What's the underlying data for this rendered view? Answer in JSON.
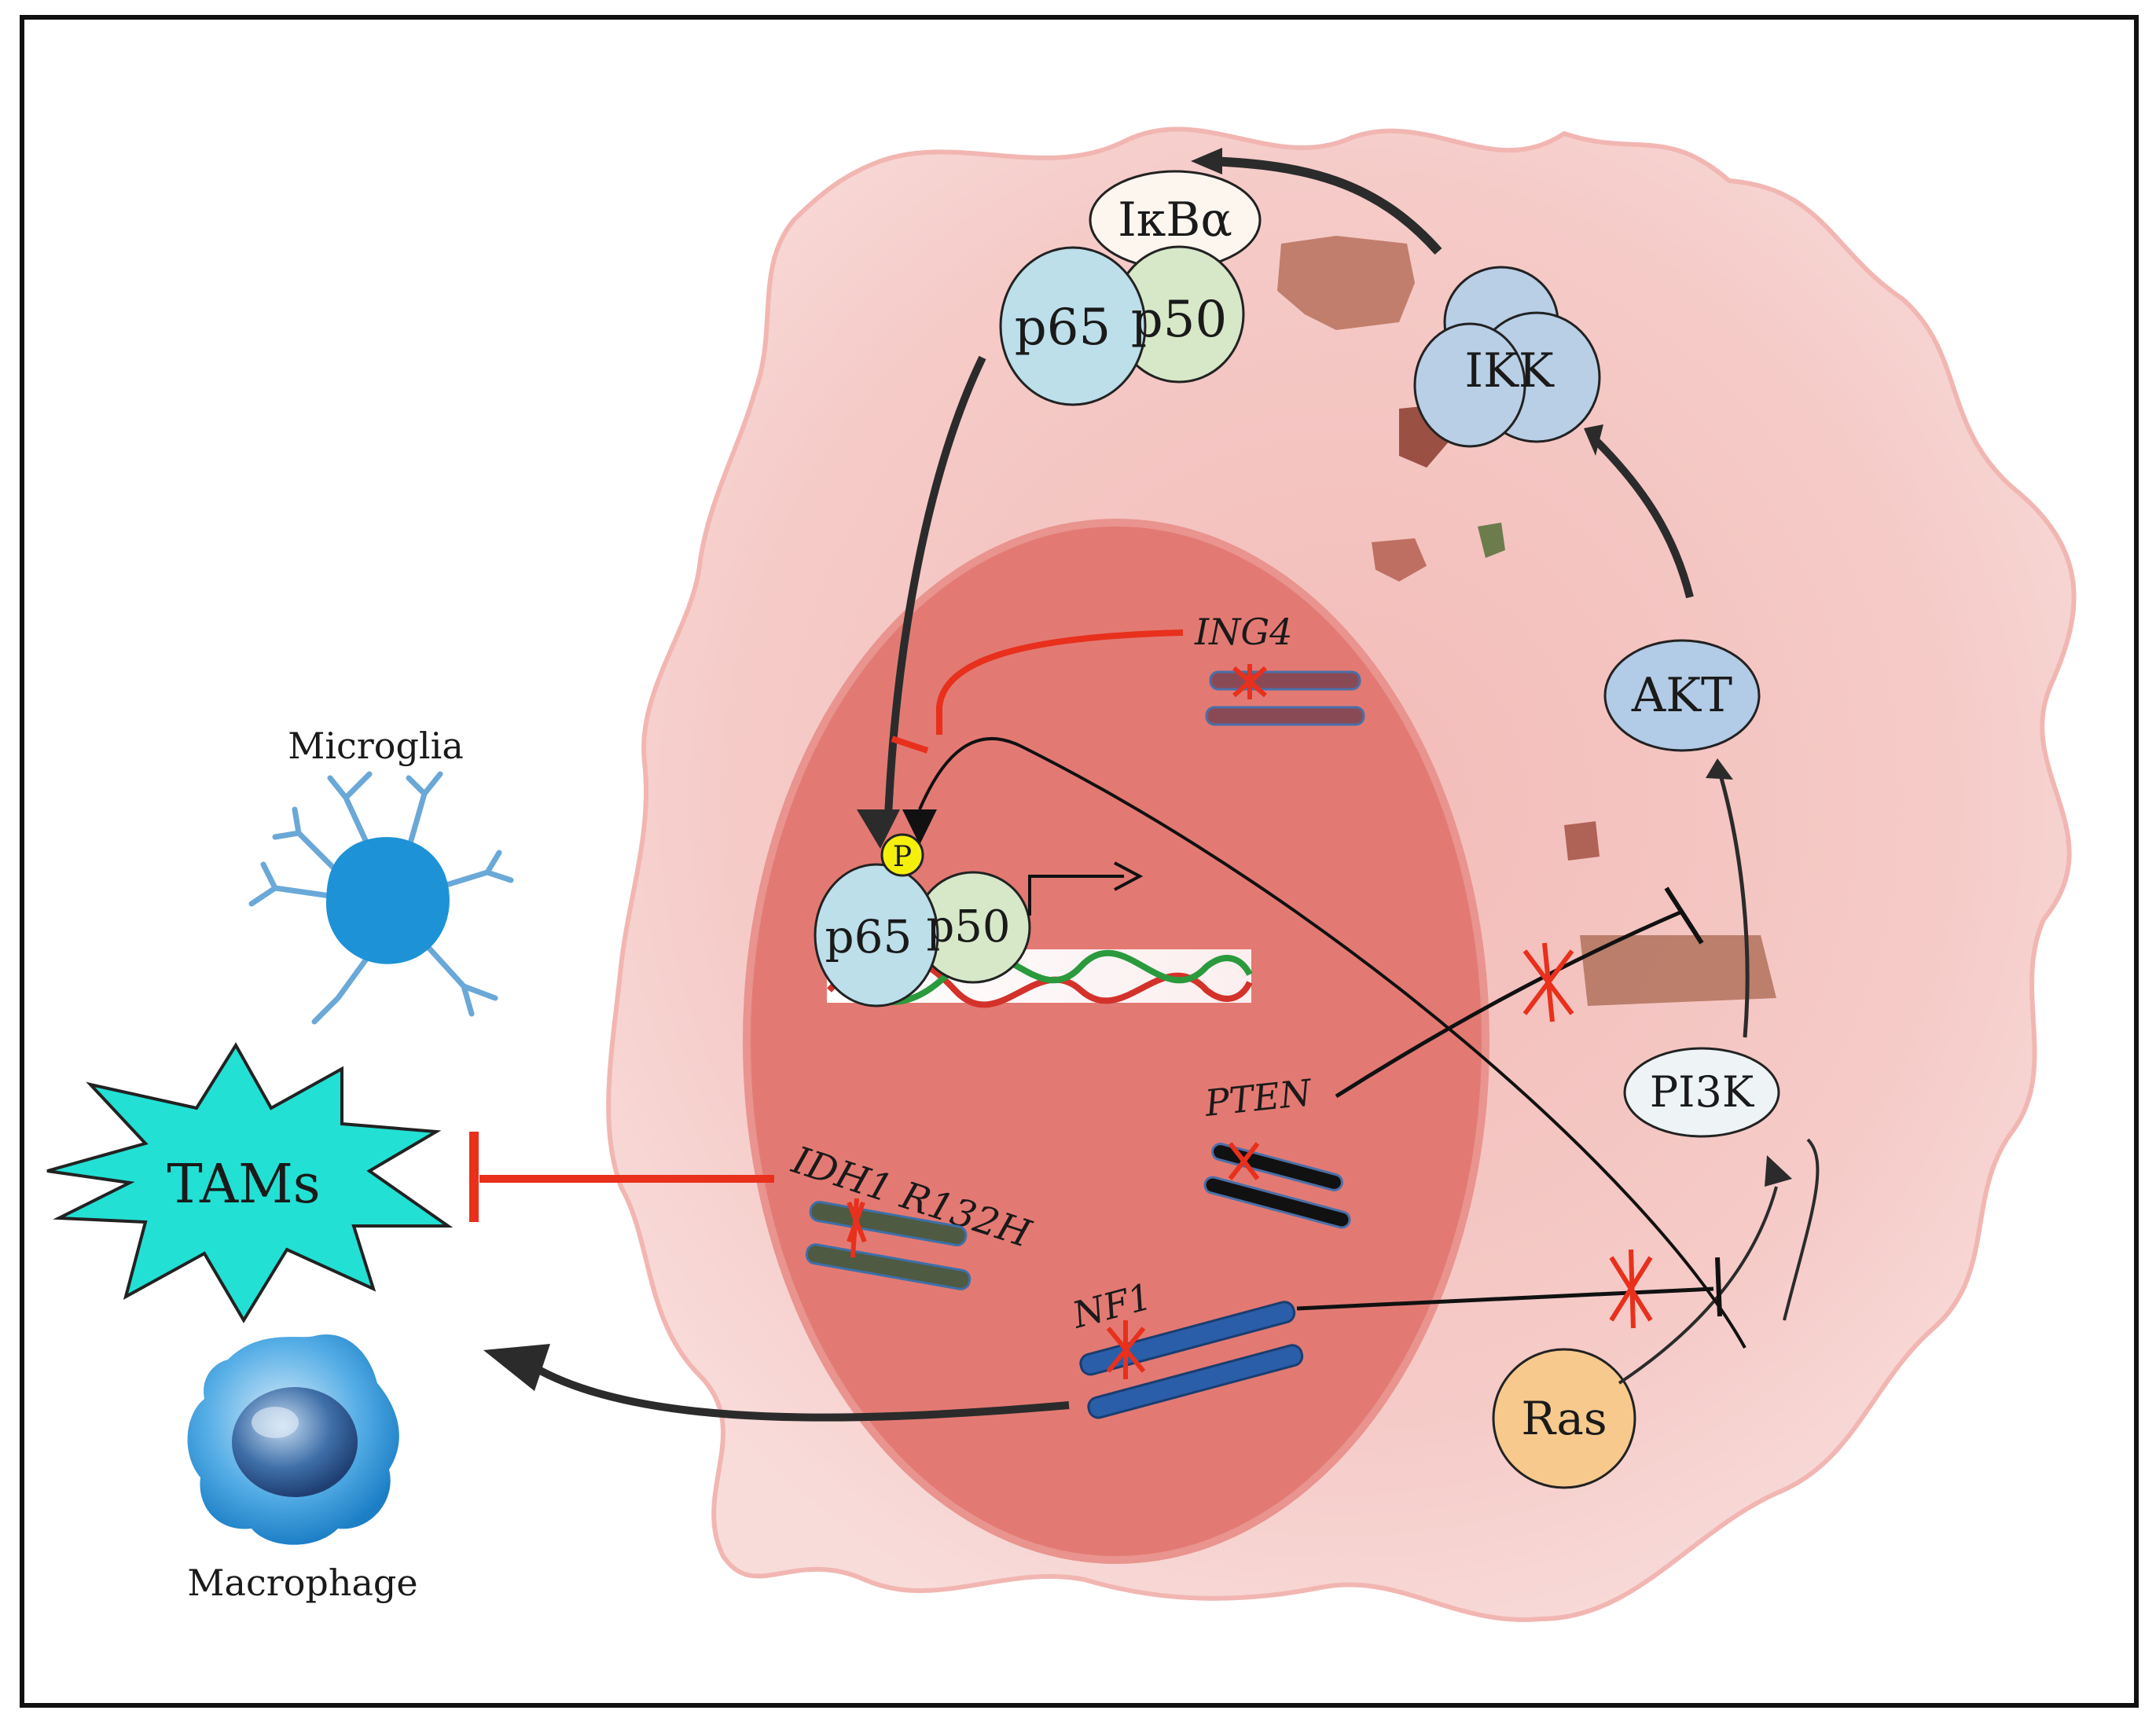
{
  "cell_types": {
    "microglia": "Microglia",
    "macrophage": "Macrophage",
    "tams": "TAMs"
  },
  "proteins": {
    "ikba": "IκBα",
    "p65_cytoplasm": "p65",
    "p50_cytoplasm": "p50",
    "ikk": "IKK",
    "akt": "AKT",
    "pi3k": "PI3K",
    "ras": "Ras",
    "p65_nucleus": "p65",
    "p50_nucleus": "p50",
    "phospho": "P"
  },
  "genes": {
    "ing4": "ING4",
    "pten": "PTEN",
    "idh1": "IDH1 R132H",
    "nf1": "NF1"
  },
  "colors": {
    "activation_arrow": "#2b2b2b",
    "inhibition_red": "#e8301c",
    "mutation_mark": "#e8301c",
    "cell_body": "#f4c9c6",
    "nucleus": "#e27b74",
    "tams_fill": "#22e0d4",
    "protein_blue": "#bcdfea",
    "protein_green": "#d6e8c8",
    "kinase_blue": "#b9cfe6",
    "ras_orange": "#f7c98d"
  }
}
